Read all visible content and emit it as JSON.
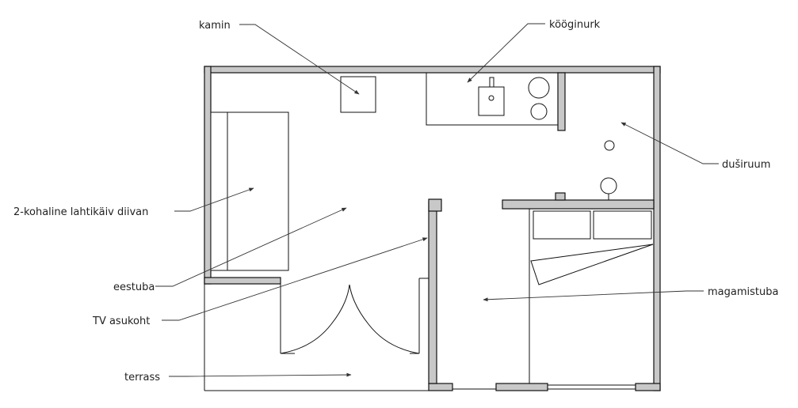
{
  "labels": {
    "kamin": "kamin",
    "kooginurk": "kööginurk",
    "dusiruum": "duširuum",
    "diivan": "2-kohaline lahtikäiv diivan",
    "eestuba": "eestuba",
    "tv": "TV asukoht",
    "magamistuba": "magamistuba",
    "terrass": "terrass"
  }
}
